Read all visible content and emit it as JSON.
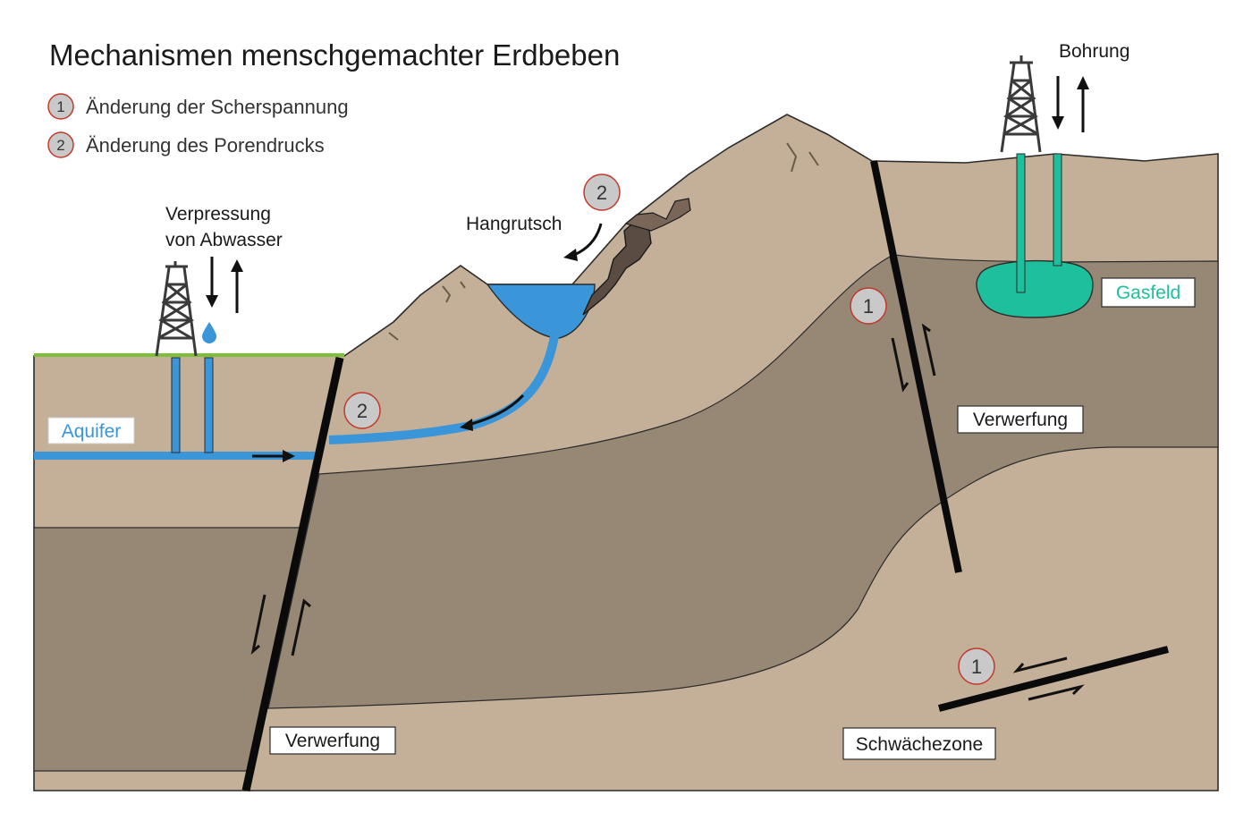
{
  "title": "Mechanismen menschgemachter Erdbeben",
  "legend": [
    {
      "number": "1",
      "text": "Änderung der Scherspannung"
    },
    {
      "number": "2",
      "text": "Änderung des Porendrucks"
    }
  ],
  "labels": {
    "injection_line1": "Verpressung",
    "injection_line2": "von Abwasser",
    "drilling": "Bohrung",
    "landslide": "Hangrutsch",
    "aquifer": "Aquifer",
    "gas_field": "Gasfeld",
    "fault_left": "Verwerfung",
    "fault_right": "Verwerfung",
    "weak_zone": "Schwächezone"
  },
  "markers": {
    "pore_pressure_landslide": "2",
    "pore_pressure_aquifer": "2",
    "shear_fault": "1",
    "shear_weak_zone": "1"
  },
  "colors": {
    "light_rock": "#c4b098",
    "dark_rock": "#978876",
    "water": "#3b95d9",
    "gas": "#1dbf9c",
    "grass": "#7dbe3a",
    "fault": "#0a0a0a",
    "badge_fill": "#c9c9c9",
    "badge_border": "#c0392b"
  }
}
